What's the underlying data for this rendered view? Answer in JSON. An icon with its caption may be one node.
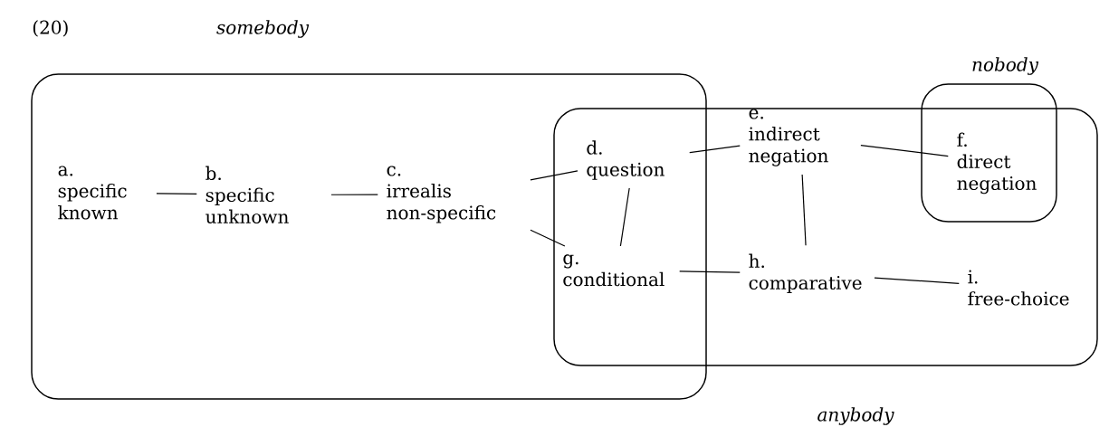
{
  "diagram": {
    "nodes": [
      {
        "text": [
          "somebody"
        ]
      },
      {
        "text": [
          "anybody"
        ]
      },
      {
        "text": [
          "nobody"
        ]
      },
      {
        "text": [
          "a. specific known"
        ],
        "in": 0
      },
      {
        "text": [
          "b. specific unknown"
        ],
        "in": 0
      },
      {
        "text": [
          "c. irrealis non-specific"
        ],
        "in": 0
      },
      {
        "text": [
          "d. question"
        ]
      },
      {
        "text": [
          "e. indirect negation"
        ],
        "in": 1
      },
      {
        "text": [
          "f. direct negation"
        ],
        "in": 2
      },
      {
        "text": [
          "g. conditional"
        ]
      },
      {
        "text": [
          "h. comparative"
        ],
        "in": 1
      },
      {
        "text": [
          "i. free-choice"
        ],
        "in": 1
      }
    ],
    "edges": [
      {
        "from": 3,
        "to": 4,
        "arrow": "none"
      },
      {
        "from": 4,
        "to": 5,
        "arrow": "none"
      },
      {
        "from": 5,
        "to": 6,
        "arrow": "none"
      },
      {
        "from": 5,
        "to": 9,
        "arrow": "none"
      },
      {
        "from": 6,
        "to": 7,
        "arrow": "none"
      },
      {
        "from": 6,
        "to": 9,
        "arrow": "none"
      },
      {
        "from": 7,
        "to": 8,
        "arrow": "none"
      },
      {
        "from": 7,
        "to": 10,
        "arrow": "none"
      },
      {
        "from": 9,
        "to": 10,
        "arrow": "none"
      },
      {
        "from": 10,
        "to": 11,
        "arrow": "none"
      }
    ],
    "labels": [
      "(20)"
    ]
  }
}
